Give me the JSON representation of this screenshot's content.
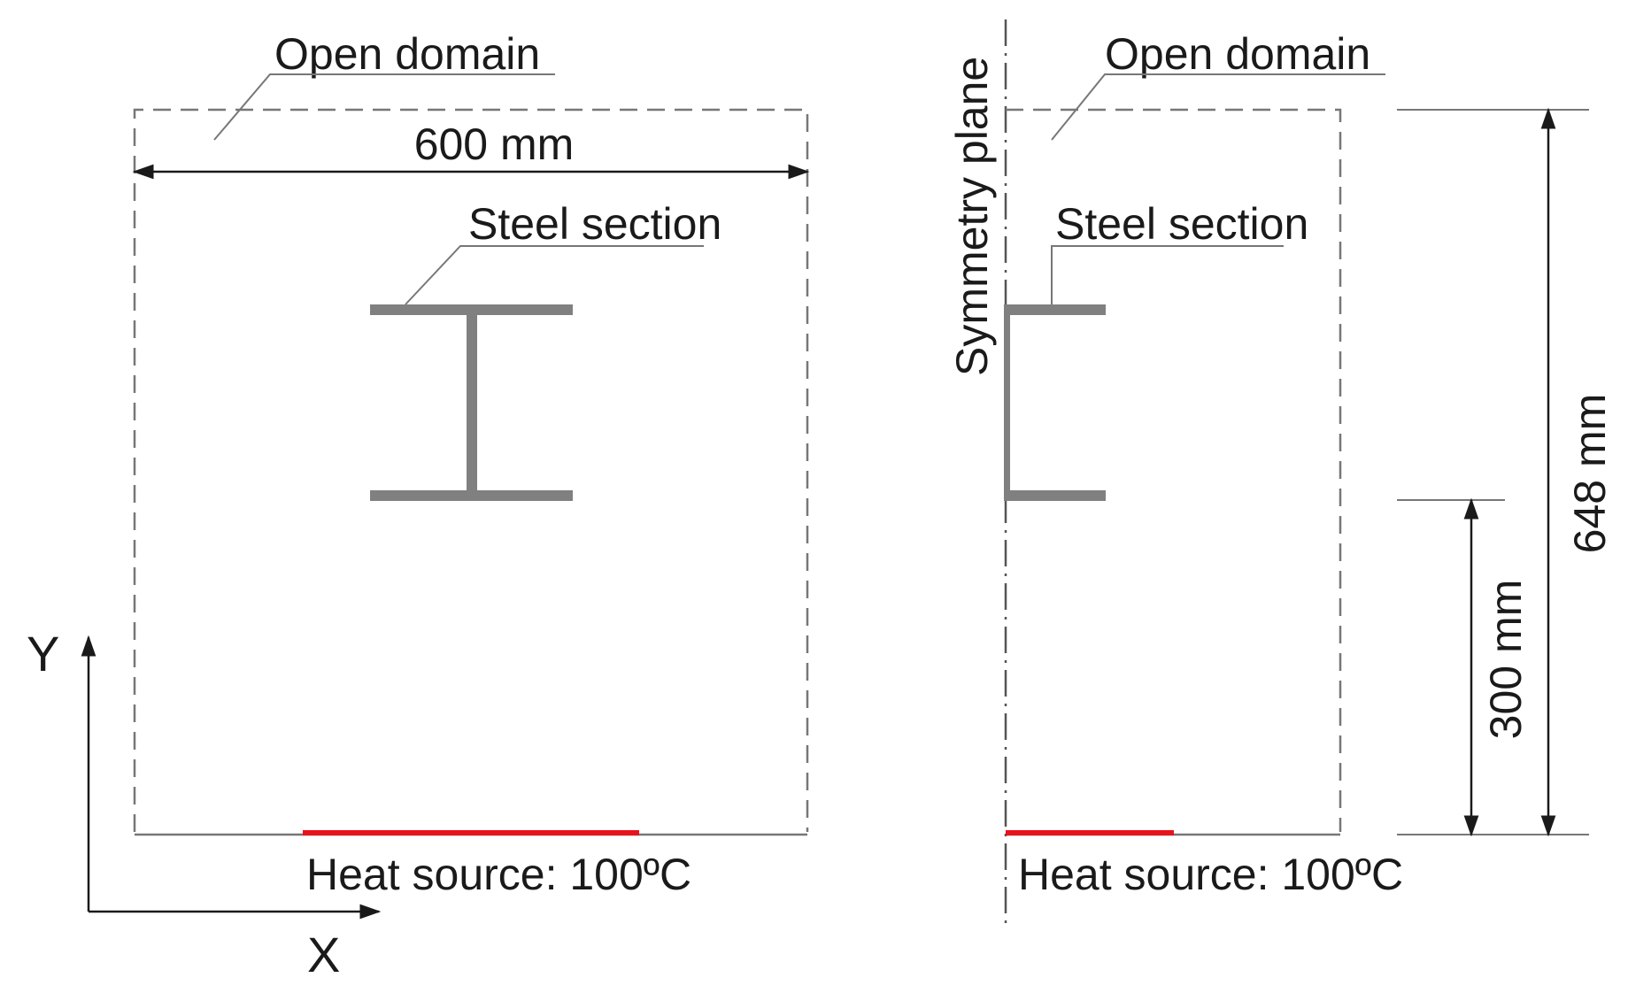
{
  "left_panel": {
    "open_domain_label": "Open domain",
    "width_dimension_label": "600 mm",
    "steel_section_label": "Steel section",
    "heat_source_label": "Heat source: 100ºC"
  },
  "right_panel": {
    "open_domain_label": "Open domain",
    "symmetry_plane_label": "Symmetry plane",
    "steel_section_label": "Steel section",
    "heat_source_label": "Heat source: 100ºC",
    "height_dimension_label": "648 mm",
    "section_height_dimension_label": "300 mm"
  },
  "axes": {
    "x_label": "X",
    "y_label": "Y"
  },
  "colors": {
    "domain_border": "#777777",
    "steel": "#808080",
    "heat_source": "#e8141c",
    "dimension": "#1a1a1a",
    "leader": "#777777"
  }
}
